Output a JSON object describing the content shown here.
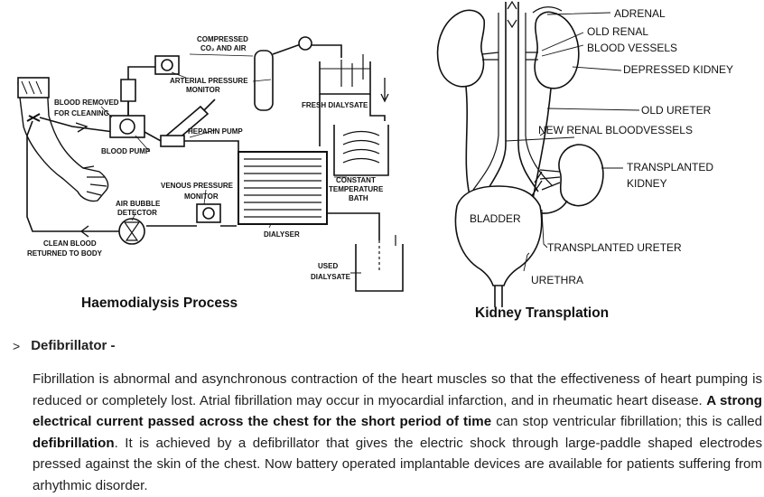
{
  "haemodialysis": {
    "caption": "Haemodialysis Process",
    "labels": {
      "compressed1": "COMPRESSED",
      "compressed2": "CO₂ AND AIR",
      "arterial1": "ARTERIAL PRESSURE",
      "arterial2": "MONITOR",
      "blood_removed1": "BLOOD REMOVED",
      "blood_removed2": "FOR CLEANING",
      "fresh_dialysate": "FRESH DIALYSATE",
      "heparin_pump": "HEPARIN PUMP",
      "blood_pump": "BLOOD PUMP",
      "venous1": "VENOUS PRESSURE",
      "venous2": "MONITOR",
      "constant1": "CONSTANT",
      "constant2": "TEMPERATURE",
      "constant3": "BATH",
      "air_bubble1": "AIR BUBBLE",
      "air_bubble2": "DETECTOR",
      "dialyser": "DIALYSER",
      "clean_blood1": "CLEAN BLOOD",
      "clean_blood2": "RETURNED TO BODY",
      "used1": "USED",
      "used2": "DIALYSATE"
    }
  },
  "kidney": {
    "caption": "Kidney Transplation",
    "labels": {
      "adrenal": "ADRENAL",
      "old_renal1": "OLD RENAL",
      "old_renal2": "BLOOD VESSELS",
      "depressed": "DEPRESSED KIDNEY",
      "old_ureter": "OLD URETER",
      "new_renal": "NEW RENAL BLOODVESSELS",
      "transplanted1": "TRANSPLANTED",
      "transplanted2": "KIDNEY",
      "bladder": "BLADDER",
      "transplanted_ureter": "TRANSPLANTED URETER",
      "urethra": "URETHRA"
    }
  },
  "section": {
    "bullet": ">",
    "heading": "Defibrillator -",
    "p1": "Fibrillation is abnormal and asynchronous contraction of the heart muscles so that the effectiveness of heart pumping is reduced or completely lost. Atrial fibrillation may occur in myocardial infarction, and in rheumatic heart disease. ",
    "b1": "A strong electrical current passed across the chest for the short period of time",
    "p2": " can stop ventricular fibrillation; this is called ",
    "b2": "defibrillation",
    "p3": ". It is achieved by a defibrillator that gives the electric shock through large-paddle shaped electrodes pressed against the skin of the chest. Now battery operated implantable devices are available for patients suffering from arhythmic disorder."
  }
}
